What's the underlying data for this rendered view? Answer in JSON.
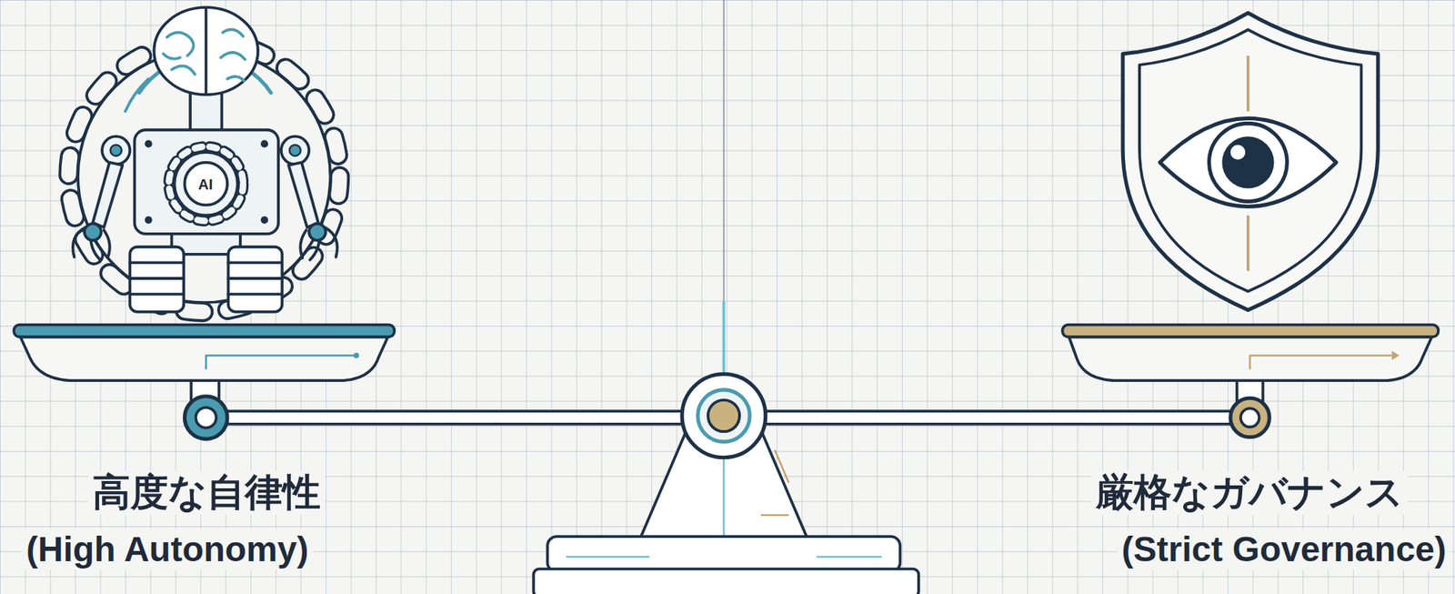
{
  "diagram": {
    "labels": [
      "AI",
      "高度な自律性",
      "(High Autonomy)",
      "厳格なガバナンス",
      "(Strict Governance)"
    ]
  }
}
